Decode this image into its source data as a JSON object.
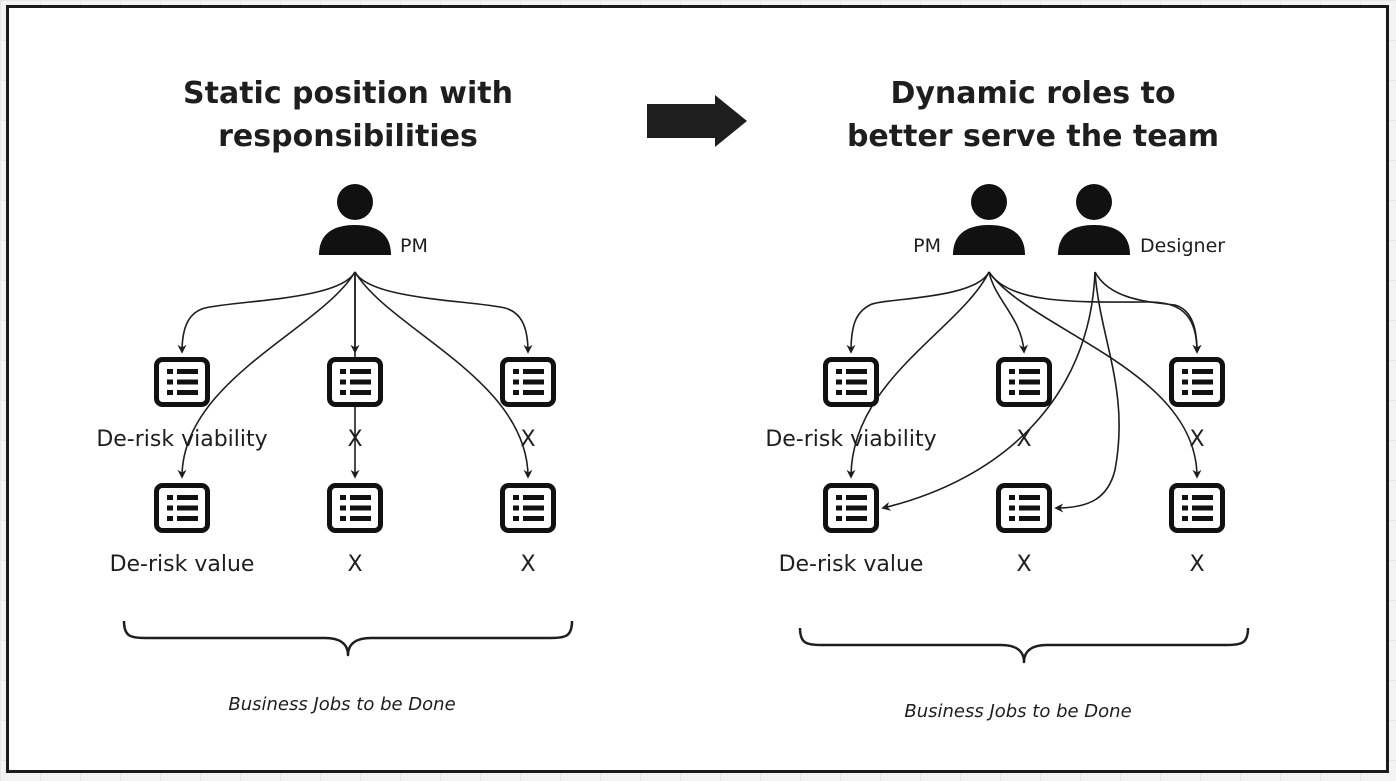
{
  "left": {
    "title_line1": "Static position with",
    "title_line2": "responsibilities",
    "person": {
      "label": "PM",
      "icon": "person-icon"
    },
    "tasks_row1": [
      "De-risk viability",
      "X",
      "X"
    ],
    "tasks_row2": [
      "De-risk value",
      "X",
      "X"
    ],
    "footer": "Business Jobs to be Done"
  },
  "transition": {
    "icon": "arrow-right-icon"
  },
  "right": {
    "title_line1": "Dynamic roles to",
    "title_line2": "better serve the team",
    "people": [
      {
        "label": "PM",
        "icon": "person-icon"
      },
      {
        "label": "Designer",
        "icon": "person-icon"
      }
    ],
    "tasks_row1": [
      "De-risk viability",
      "X",
      "X"
    ],
    "tasks_row2": [
      "De-risk value",
      "X",
      "X"
    ],
    "footer": "Business Jobs to be Done"
  },
  "task_icon": "list-icon",
  "colors": {
    "ink": "#1e1e1e",
    "canvas": "#ffffff",
    "grid_background": "#f3f3f3"
  }
}
